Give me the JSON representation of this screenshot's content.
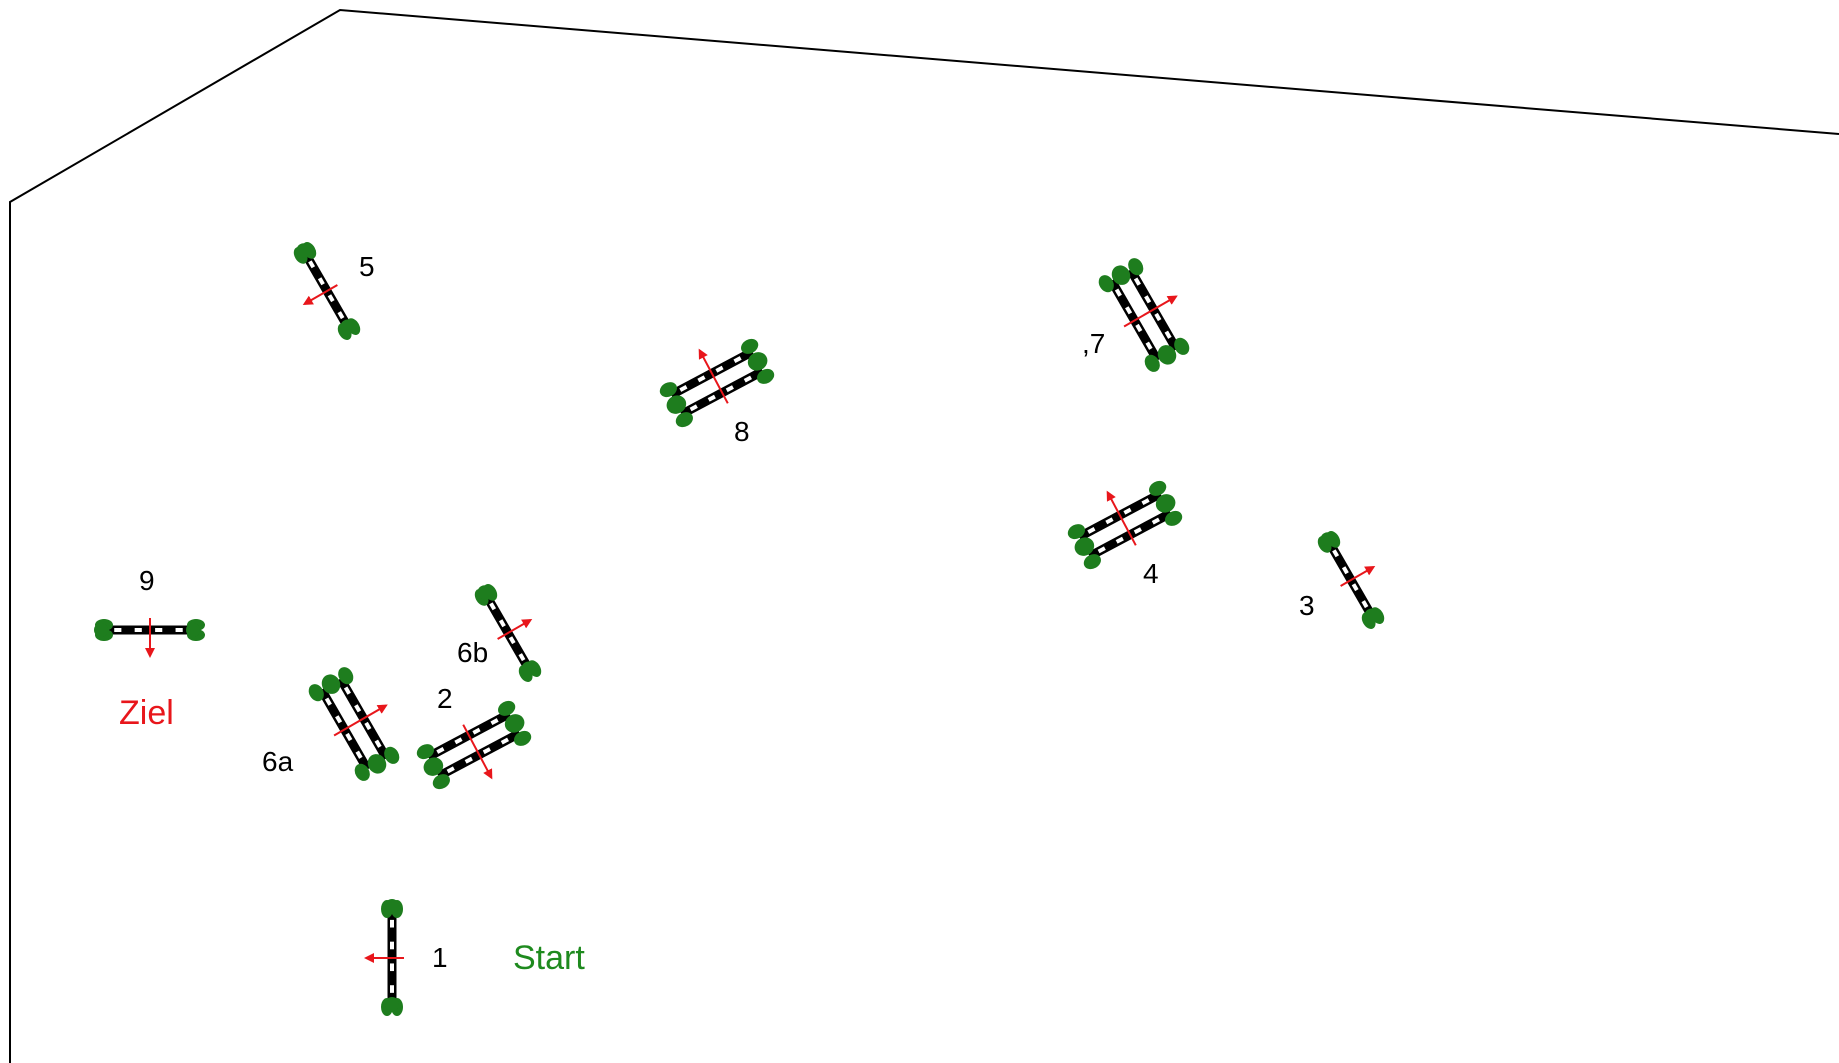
{
  "labels": {
    "fence_1": "1",
    "fence_2": "2",
    "fence_3": "3",
    "fence_4": "4",
    "fence_5": "5",
    "fence_6a": "6a",
    "fence_6b": "6b",
    "fence_7": ",7",
    "fence_8": "8",
    "fence_9": "9",
    "start": "Start",
    "finish": "Ziel"
  },
  "colors": {
    "arena_border": "#000000",
    "bush": "#1e7d1e",
    "rail_dark": "#000000",
    "rail_light": "#ffffff",
    "direction_arrow": "#e8161b",
    "start_label": "#1e8a1e",
    "finish_label": "#e8161b"
  },
  "icons": {
    "vertical_fence": "vertical-fence-icon",
    "oxer_fence": "oxer-fence-icon",
    "direction_arrow": "direction-arrow-icon"
  }
}
